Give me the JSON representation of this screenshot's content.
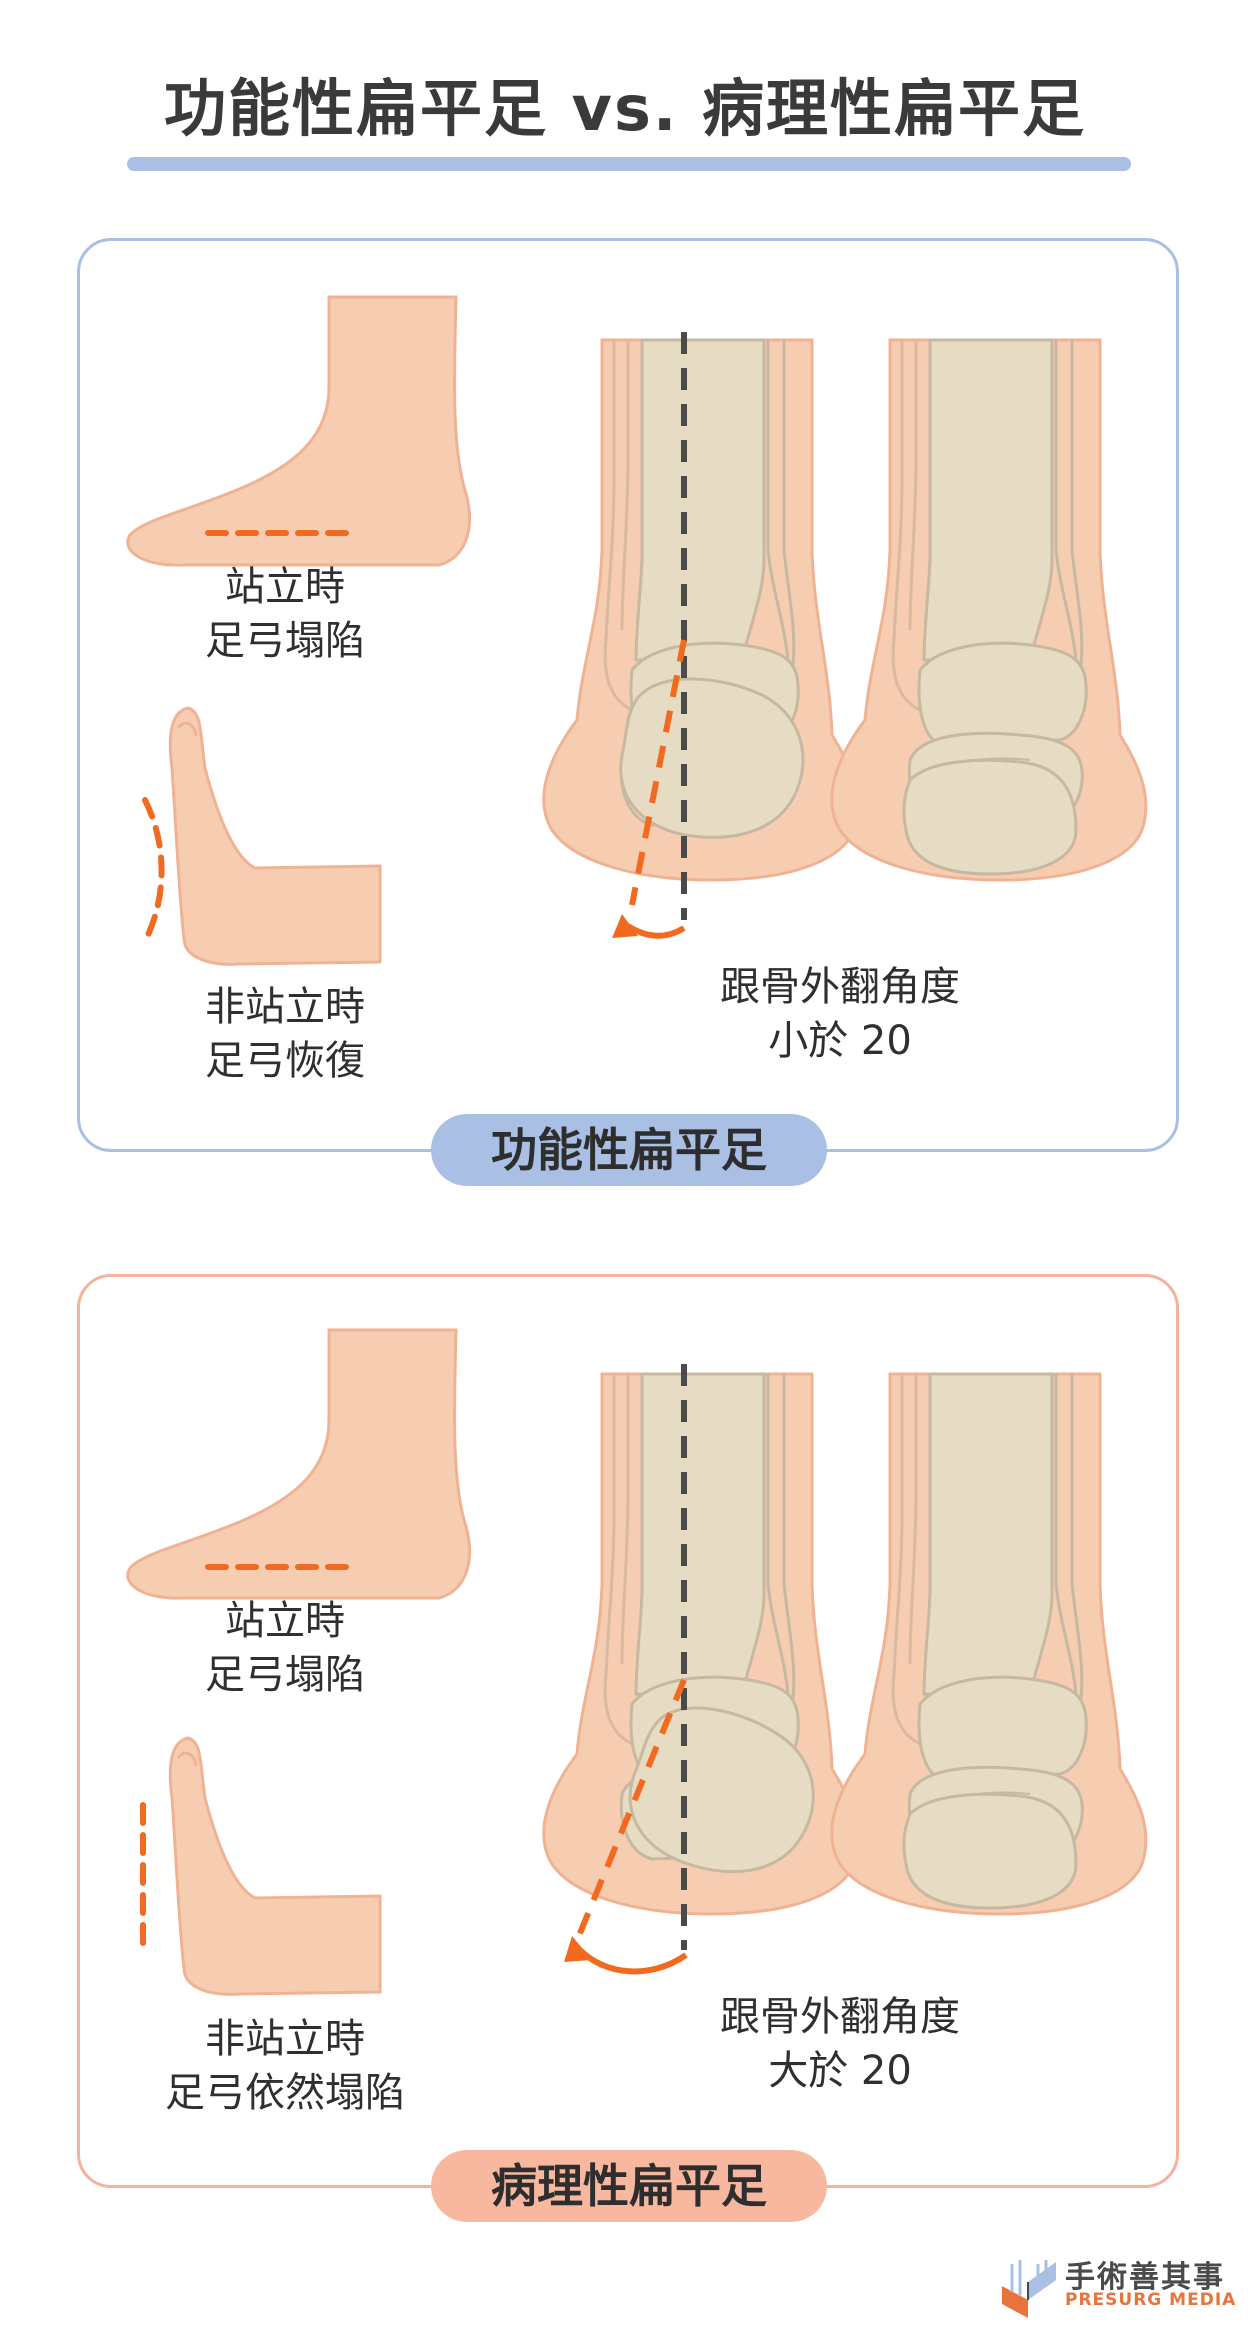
{
  "title": "功能性扁平足 vs. 病理性扁平足",
  "colors": {
    "functional_accent": "#a9bfe3",
    "pathological_accent": "#f8b89f",
    "skin": "#f7cdb2",
    "bone": "#e6dbc3",
    "arrow": "#f26a1f",
    "axis": "#4a4a4a"
  },
  "panels": [
    {
      "name": "功能性扁平足",
      "standing_line1": "站立時",
      "standing_line2": "足弓塌陷",
      "non_standing_line1": "非站立時",
      "non_standing_line2": "足弓恢復",
      "angle_line1": "跟骨外翻角度",
      "angle_line2": "小於 20"
    },
    {
      "name": "病理性扁平足",
      "standing_line1": "站立時",
      "standing_line2": "足弓塌陷",
      "non_standing_line1": "非站立時",
      "non_standing_line2": "足弓依然塌陷",
      "angle_line1": "跟骨外翻角度",
      "angle_line2": "大於 20"
    }
  ],
  "logo": {
    "name_cn": "手術善其事",
    "name_en": "PRESURG MEDIA",
    "icon": "book-logo-icon"
  }
}
